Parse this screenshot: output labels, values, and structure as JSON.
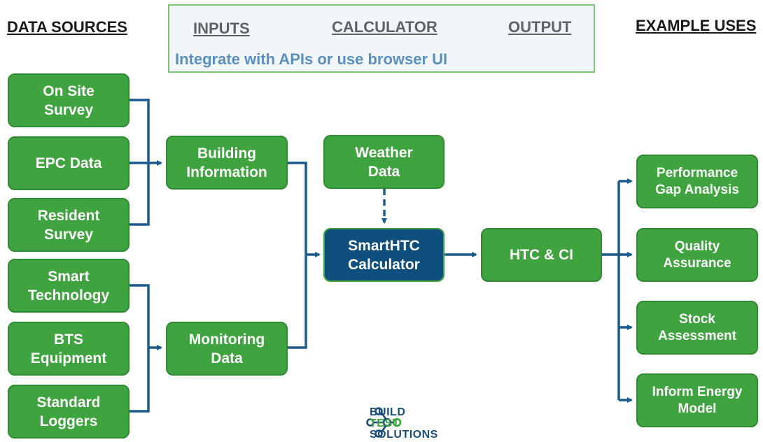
{
  "headers": {
    "data_sources": "DATA SOURCES",
    "example_uses": "EXAMPLE USES"
  },
  "legend": {
    "inputs": "INPUTS",
    "calculator": "CALCULATOR",
    "output": "OUTPUT",
    "subtitle": "Integrate with APIs or use browser UI"
  },
  "sources": {
    "on_site_survey": "On Site\nSurvey",
    "epc_data": "EPC Data",
    "resident_survey": "Resident\nSurvey",
    "smart_technology": "Smart\nTechnology",
    "bts_equipment": "BTS\nEquipment",
    "standard_loggers": "Standard\nLoggers"
  },
  "inputs": {
    "building_information": "Building\nInformation",
    "monitoring_data": "Monitoring\nData",
    "weather_data": "Weather\nData"
  },
  "calculator": {
    "smarthtc": "SmartHTC\nCalculator"
  },
  "output": {
    "htc_ci": "HTC & CI"
  },
  "uses": {
    "performance_gap": "Performance\nGap Analysis",
    "quality_assurance": "Quality\nAssurance",
    "stock_assessment": "Stock\nAssessment",
    "inform_energy_model": "Inform Energy\nModel"
  },
  "logo": {
    "line1": "BUILD",
    "line2": "TEST",
    "line3": "SOLUTIONS"
  },
  "colors": {
    "green_box": "#3fa33f",
    "dark_box": "#0f4f7d",
    "connector": "#1b5a8c",
    "legend_border": "#7cc576",
    "legend_sub": "#5b8fbd"
  }
}
